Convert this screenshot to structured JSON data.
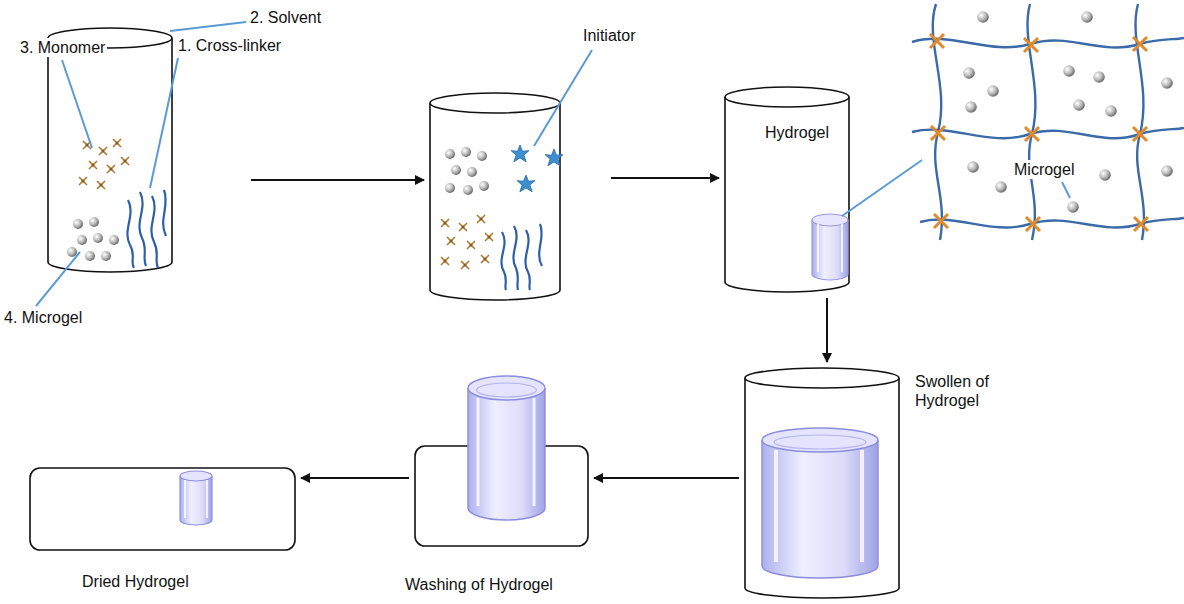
{
  "diagram": {
    "nodes": [
      {
        "text": [
          "1. Cross-linker"
        ]
      },
      {
        "text": [
          "Initiator"
        ]
      },
      {
        "text": [
          "Hydrogel"
        ]
      },
      {
        "text": [
          "Swollen of Hydrogel"
        ]
      },
      {
        "text": [
          "Washing of Hydrogel"
        ]
      },
      {
        "text": [
          "Dried Hydrogel"
        ]
      }
    ],
    "edges": [
      {
        "from": 0,
        "to": 1,
        "arrow": "to"
      },
      {
        "from": 1,
        "to": 2,
        "arrow": "to"
      },
      {
        "from": 2,
        "to": 3,
        "arrow": "to"
      },
      {
        "from": 3,
        "to": 4,
        "arrow": "to"
      },
      {
        "from": 4,
        "to": 5,
        "arrow": "to"
      }
    ],
    "labels": [
      "2. Solvent",
      "3. Monomer",
      "4. Microgel",
      "Microgel"
    ]
  }
}
